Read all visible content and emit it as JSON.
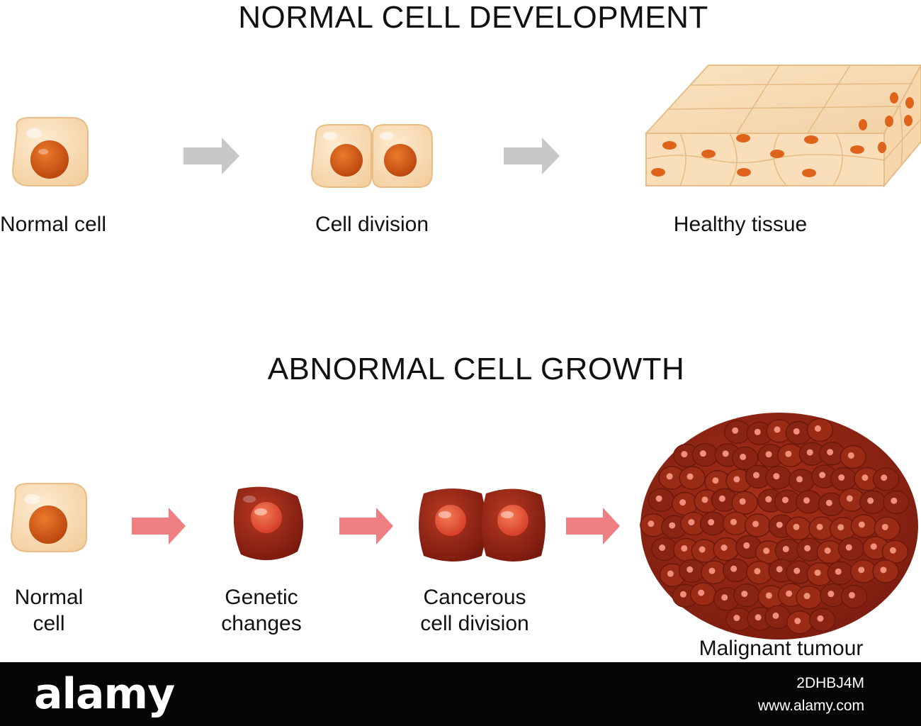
{
  "normal": {
    "title": "NORMAL CELL DEVELOPMENT",
    "labels": {
      "normal_cell": "Normal cell",
      "cell_division": "Cell division",
      "healthy_tissue": "Healthy tissue"
    }
  },
  "abnormal": {
    "title": "ABNORMAL CELL GROWTH",
    "labels": {
      "normal_cell_1": "Normal",
      "normal_cell_2": "cell",
      "genetic_1": "Genetic",
      "genetic_2": "changes",
      "cancerous_1": "Cancerous",
      "cancerous_2": "cell division",
      "tumour": "Malignant tumour"
    }
  },
  "footer": {
    "brand": "alamy",
    "image_id": "2DHBJ4M",
    "url": "www.alamy.com"
  },
  "colors": {
    "cytoplasm": "#f7dcb4",
    "cell_edge": "#e9bd85",
    "nucleus": "#d85a14",
    "cancer_cell": "#a02818",
    "cancer_nucleus": "#e6553e",
    "arrow_normal": "#c8c8c8",
    "arrow_abnormal": "#f07f84",
    "footer_bg": "#050505"
  },
  "icons": {
    "arrow": "right-arrow-icon"
  }
}
